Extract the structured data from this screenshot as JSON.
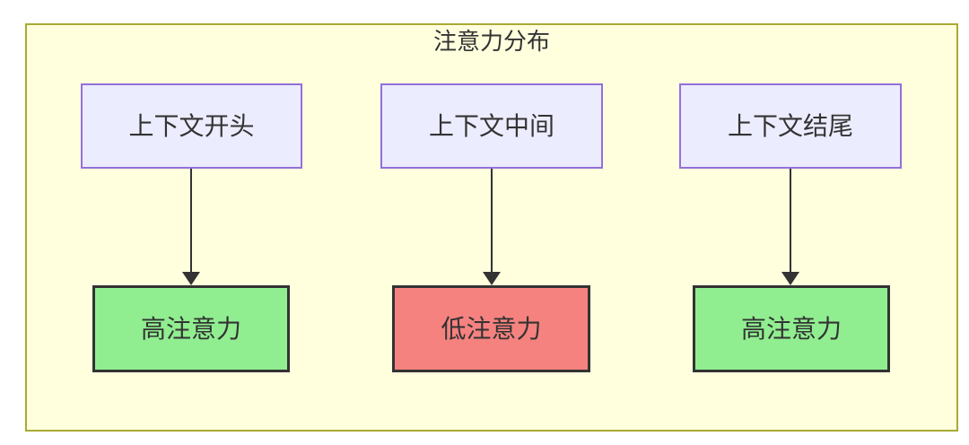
{
  "diagram": {
    "title": "注意力分布",
    "type": "flowchart",
    "colors": {
      "page_background": "#ffffff",
      "cluster_fill": "#ffffde",
      "cluster_border": "#aaaa33",
      "source_node_fill": "#ececff",
      "source_node_border": "#9370db",
      "high_attention_fill": "#90ee90",
      "low_attention_fill": "#f5827f",
      "result_node_border": "#333333",
      "text": "#333333",
      "arrow": "#333333"
    },
    "columns": [
      {
        "source_label": "上下文开头",
        "result_label": "高注意力",
        "attention_level": "high"
      },
      {
        "source_label": "上下文中间",
        "result_label": "低注意力",
        "attention_level": "low"
      },
      {
        "source_label": "上下文结尾",
        "result_label": "高注意力",
        "attention_level": "high"
      }
    ]
  }
}
